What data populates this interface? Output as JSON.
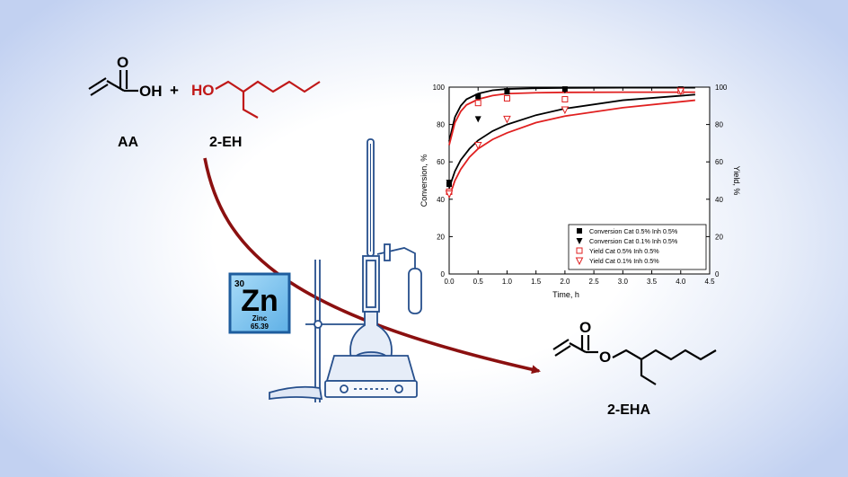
{
  "reaction": {
    "reactant1_label": "AA",
    "reactant2_label": "2-EH",
    "product_label": "2-EHA",
    "plus": "+",
    "atom_O": "O",
    "atom_OH": "OH",
    "atom_HO": "HO",
    "colors": {
      "arrow": "#8b1010",
      "reactant2": "#c01818",
      "ink": "#000000"
    }
  },
  "element_tile": {
    "atomic_number": "30",
    "symbol": "Zn",
    "name": "Zinc",
    "mass": "65.39",
    "colors": {
      "fill": "#7fc4ee",
      "border": "#1e5d9e"
    }
  },
  "apparatus": {
    "icon": "lab-glassware-icon",
    "color": "#264f8c"
  },
  "chart_data": {
    "type": "scatter",
    "xlabel": "Time, h",
    "ylabel": "Conversion, %",
    "y2label": "Yield, %",
    "xlim": [
      0,
      4.5
    ],
    "ylim": [
      0,
      100
    ],
    "y2lim": [
      0,
      100
    ],
    "x_ticks": [
      0.0,
      0.5,
      1.0,
      1.5,
      2.0,
      2.5,
      3.0,
      3.5,
      4.0,
      4.5
    ],
    "y_ticks": [
      0,
      20,
      40,
      60,
      80,
      100
    ],
    "legend_position": "bottom-right",
    "series": [
      {
        "name": "Conversion Cat 0.5% Inh 0.5%",
        "marker": "filled-square",
        "color": "#000000",
        "x": [
          0.0,
          0.5,
          1.0,
          2.0,
          4.0
        ],
        "y": [
          48,
          95,
          97.5,
          99,
          99
        ]
      },
      {
        "name": "Conversion Cat 0.1% Inh 0.5%",
        "marker": "filled-triangle-down",
        "color": "#000000",
        "x": [
          0.0,
          0.5,
          1.0,
          2.0,
          4.0
        ],
        "y": [
          49,
          83,
          98,
          98.5,
          98.5
        ]
      },
      {
        "name": "Yield Cat 0.5% Inh 0.5%",
        "marker": "open-square",
        "color": "#e02020",
        "x": [
          0.0,
          0.5,
          1.0,
          2.0,
          4.0
        ],
        "y": [
          44,
          91.5,
          94,
          93.5,
          98
        ]
      },
      {
        "name": "Yield Cat 0.1% Inh 0.5%",
        "marker": "open-triangle-down",
        "color": "#e02020",
        "x": [
          0.0,
          0.5,
          1.0,
          2.0,
          4.0
        ],
        "y": [
          43,
          69,
          83,
          88,
          98
        ]
      }
    ],
    "fit_curves": [
      {
        "color": "#000000",
        "x": [
          0.0,
          0.1,
          0.2,
          0.3,
          0.5,
          0.75,
          1.0,
          1.5,
          2.0,
          3.0,
          4.25
        ],
        "y": [
          71,
          84,
          90,
          93.5,
          96.5,
          98.3,
          99,
          99.4,
          99.6,
          99.7,
          99.7
        ]
      },
      {
        "color": "#000000",
        "x": [
          0.0,
          0.1,
          0.2,
          0.35,
          0.5,
          0.75,
          1.0,
          1.5,
          2.0,
          3.0,
          4.25
        ],
        "y": [
          46,
          55,
          61,
          67,
          71.5,
          76.5,
          80,
          85,
          88.5,
          93,
          96
        ]
      },
      {
        "color": "#e02020",
        "x": [
          0.0,
          0.1,
          0.2,
          0.3,
          0.5,
          0.75,
          1.0,
          1.5,
          2.0,
          3.0,
          4.25
        ],
        "y": [
          69,
          81,
          87,
          90.5,
          93.5,
          95.5,
          96.5,
          97,
          97.2,
          97.3,
          97.3
        ]
      },
      {
        "color": "#e02020",
        "x": [
          0.0,
          0.1,
          0.2,
          0.35,
          0.5,
          0.75,
          1.0,
          1.5,
          2.0,
          3.0,
          4.25
        ],
        "y": [
          41,
          50,
          56,
          62.5,
          67,
          72,
          75.5,
          81,
          84.5,
          89,
          93
        ]
      }
    ]
  }
}
